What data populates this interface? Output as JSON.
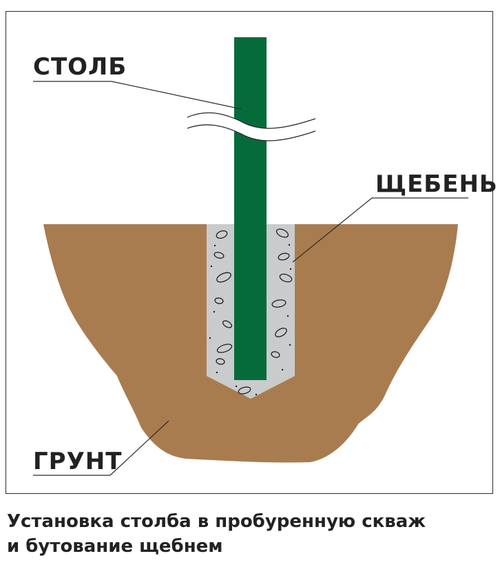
{
  "labels": {
    "post": "СТОЛБ",
    "gravel": "ЩЕБЕНЬ",
    "soil": "ГРУНТ"
  },
  "caption": {
    "line1": "Установка столба в пробуренную скваж",
    "line2": "и бутование щебнем"
  },
  "colors": {
    "post": "#066b3a",
    "soil": "#a97c50",
    "gravel": "#c9cbcc",
    "frame": "#2b2b2b",
    "text": "#222222"
  }
}
